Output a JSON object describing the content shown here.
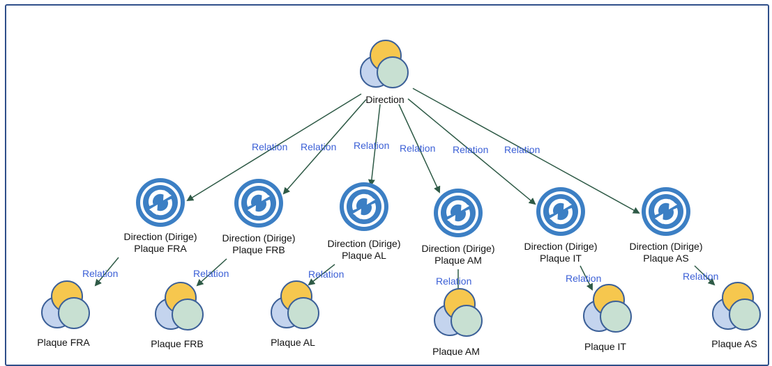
{
  "root": {
    "label": "Direction"
  },
  "edge_label": "Relation",
  "relationships": [
    {
      "label_line1": "Direction (Dirige)",
      "label_line2": "Plaque FRA",
      "target": "Plaque FRA"
    },
    {
      "label_line1": "Direction (Dirige)",
      "label_line2": "Plaque FRB",
      "target": "Plaque FRB"
    },
    {
      "label_line1": "Direction (Dirige)",
      "label_line2": "Plaque AL",
      "target": "Plaque AL"
    },
    {
      "label_line1": "Direction (Dirige)",
      "label_line2": "Plaque AM",
      "target": "Plaque AM"
    },
    {
      "label_line1": "Direction (Dirige)",
      "label_line2": "Plaque IT",
      "target": "Plaque IT"
    },
    {
      "label_line1": "Direction (Dirige)",
      "label_line2": "Plaque AS",
      "target": "Plaque AS"
    }
  ],
  "colors": {
    "frame": "#2f4f8a",
    "edge": "#2e5a46",
    "edge_label": "#3b5fd6",
    "circle_yellow": "#f6c74e",
    "circle_blue": "#c4d4ee",
    "circle_green": "#c8e0d2",
    "circle_stroke": "#3c6098",
    "relation_icon": "#3c7fc4"
  },
  "icons": {
    "entity": "entity-venn-icon",
    "relationship": "refresh-cycle-icon"
  }
}
